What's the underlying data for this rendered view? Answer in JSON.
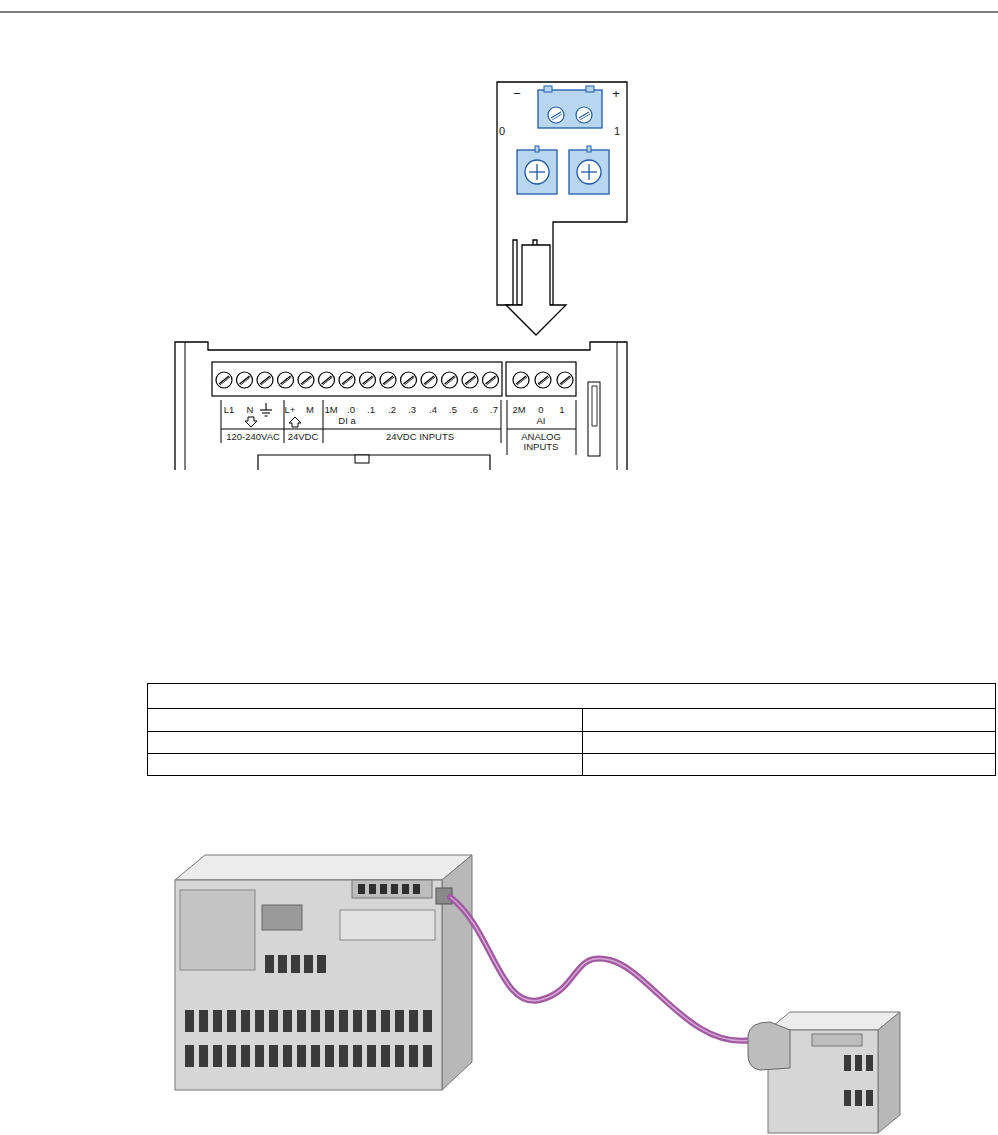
{
  "diagram": {
    "labels": [
      "−",
      "+",
      "0",
      "1",
      "L1",
      "N",
      "L+",
      "M",
      "1M",
      ".0",
      ".1",
      ".2",
      ".3",
      ".4",
      ".5",
      ".6",
      ".7",
      "DI a",
      "120-240VAC",
      "24VDC",
      "24VDC INPUTS",
      "2M",
      "0",
      "1",
      "AI",
      "ANALOG INPUTS"
    ]
  }
}
